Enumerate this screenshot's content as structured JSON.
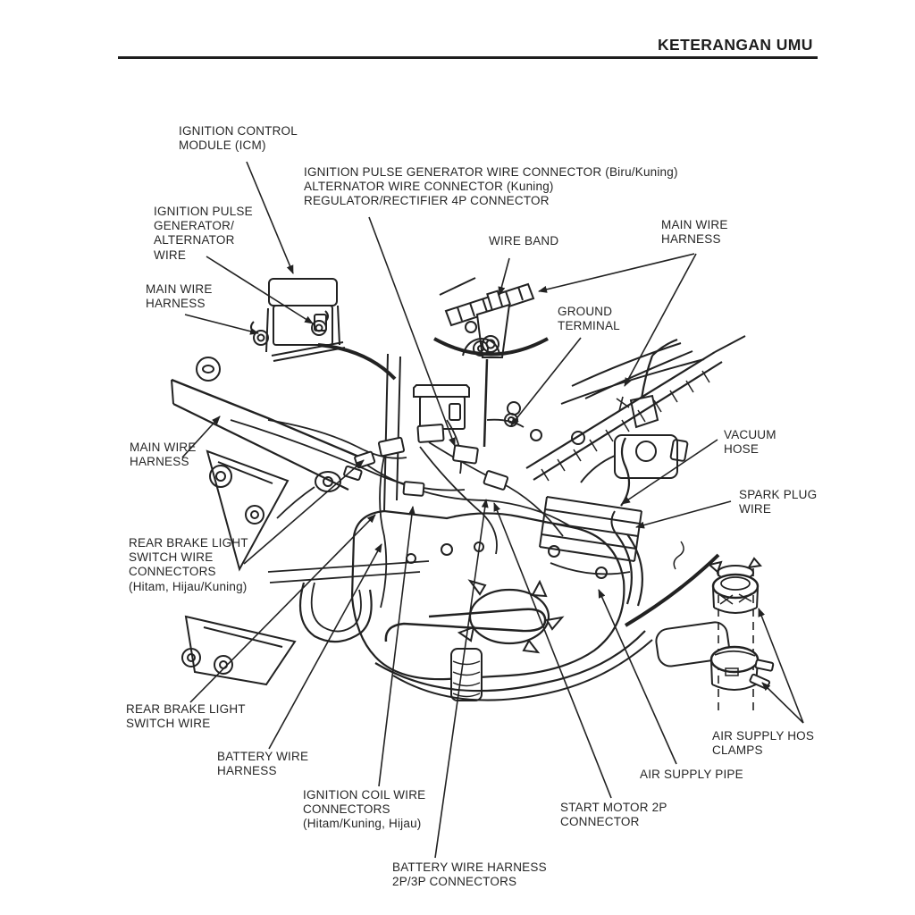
{
  "header": {
    "title": "KETERANGAN UMU"
  },
  "diagram": {
    "ink_color": "#222222",
    "labels": {
      "icm": "IGNITION CONTROL\nMODULE (ICM)",
      "connector_group": "IGNITION PULSE GENERATOR WIRE CONNECTOR (Biru/Kuning)\nALTERNATOR WIRE CONNECTOR (Kuning)\nREGULATOR/RECTIFIER 4P CONNECTOR",
      "pulse_gen_wire": "IGNITION PULSE\nGENERATOR/\nALTERNATOR\nWIRE",
      "mwh_top_left": "MAIN WIRE\nHARNESS",
      "wire_band": "WIRE BAND",
      "mwh_top_right": "MAIN WIRE\nHARNESS",
      "ground_terminal": "GROUND\nTERMINAL",
      "mwh_left": "MAIN WIRE\nHARNESS",
      "vacuum_hose": "VACUUM\nHOSE",
      "spark_plug_wire": "SPARK PLUG\nWIRE",
      "rear_brake_connectors": "REAR BRAKE LIGHT\nSWITCH WIRE\nCONNECTORS\n(Hitam, Hijau/Kuning)",
      "rear_brake_switch_wire": "REAR BRAKE LIGHT\nSWITCH WIRE",
      "battery_wire_harness": "BATTERY WIRE\nHARNESS",
      "ignition_coil_connectors": "IGNITION COIL WIRE\nCONNECTORS\n(Hitam/Kuning, Hijau)",
      "air_supply_hose_clamps": "AIR SUPPLY HOS\nCLAMPS",
      "air_supply_pipe": "AIR SUPPLY PIPE",
      "start_motor_connector": "START MOTOR 2P\nCONNECTOR",
      "battery_2p3p_connectors": "BATTERY WIRE HARNESS\n2P/3P CONNECTORS"
    }
  }
}
